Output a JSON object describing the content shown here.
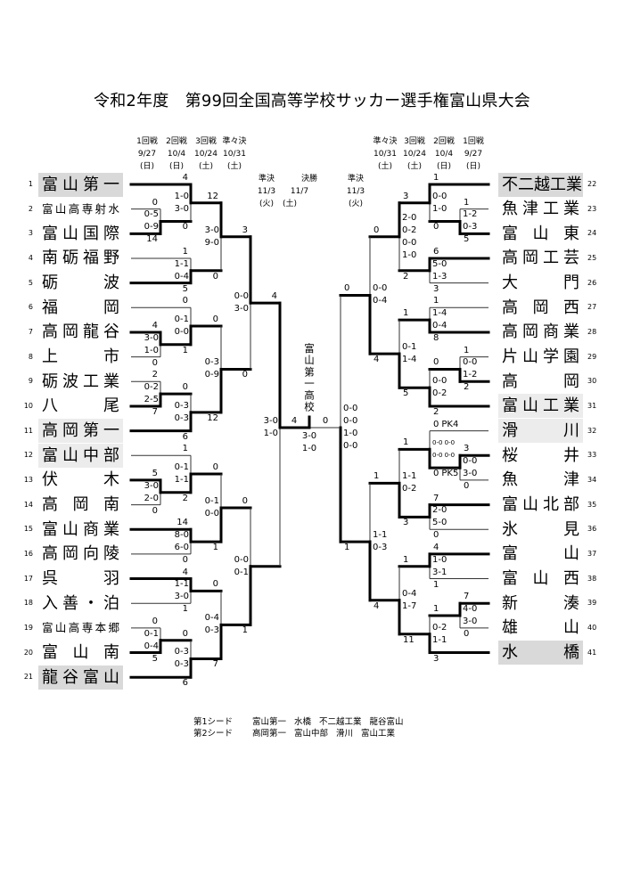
{
  "title": "令和2年度　第99回全国高等学校サッカー選手権富山県大会",
  "rounds_left": [
    {
      "name": "1回戦",
      "date": "9/27",
      "day": "(日)"
    },
    {
      "name": "2回戦",
      "date": "10/4",
      "day": "(日)"
    },
    {
      "name": "3回戦",
      "date": "10/24",
      "day": "(土)"
    },
    {
      "name": "準々決",
      "date": "10/31",
      "day": "(土)"
    }
  ],
  "rounds_right": [
    {
      "name": "準々決",
      "date": "10/31",
      "day": "(土)"
    },
    {
      "name": "3回戦",
      "date": "10/24",
      "day": "(土)"
    },
    {
      "name": "2回戦",
      "date": "10/4",
      "day": "(日)"
    },
    {
      "name": "1回戦",
      "date": "9/27",
      "day": "(日)"
    }
  ],
  "semifinal_left": {
    "name": "準決",
    "date": "11/3",
    "day": "(火)"
  },
  "final_header": {
    "name": "決勝",
    "date": "11/7",
    "day": "(土)"
  },
  "semifinal_right": {
    "name": "準決",
    "date": "11/3",
    "day": "(火)"
  },
  "champion": "富山第一高校",
  "colors": {
    "seed1": "#d9d9d9",
    "seed2": "#ececec",
    "line": "#000000"
  },
  "teams": [
    {
      "no": 1,
      "name": "富山第一",
      "seed": 1
    },
    {
      "no": 2,
      "name": "富山高専射水",
      "seed": 0
    },
    {
      "no": 3,
      "name": "富山国際",
      "seed": 0
    },
    {
      "no": 4,
      "name": "南砺福野",
      "seed": 0
    },
    {
      "no": 5,
      "name": "砺波",
      "seed": 0
    },
    {
      "no": 6,
      "name": "福岡",
      "seed": 0
    },
    {
      "no": 7,
      "name": "高岡龍谷",
      "seed": 0
    },
    {
      "no": 8,
      "name": "上市",
      "seed": 0
    },
    {
      "no": 9,
      "name": "砺波工業",
      "seed": 0
    },
    {
      "no": 10,
      "name": "八尾",
      "seed": 0
    },
    {
      "no": 11,
      "name": "高岡第一",
      "seed": 2
    },
    {
      "no": 12,
      "name": "富山中部",
      "seed": 2
    },
    {
      "no": 13,
      "name": "伏木",
      "seed": 0
    },
    {
      "no": 14,
      "name": "高岡南",
      "seed": 0
    },
    {
      "no": 15,
      "name": "富山商業",
      "seed": 0
    },
    {
      "no": 16,
      "name": "高岡向陵",
      "seed": 0
    },
    {
      "no": 17,
      "name": "呉羽",
      "seed": 0
    },
    {
      "no": 18,
      "name": "入善・泊",
      "seed": 0
    },
    {
      "no": 19,
      "name": "富山高専本郷",
      "seed": 0
    },
    {
      "no": 20,
      "name": "富山南",
      "seed": 0
    },
    {
      "no": 21,
      "name": "龍谷富山",
      "seed": 1
    },
    {
      "no": 22,
      "name": "不二越工業",
      "seed": 1
    },
    {
      "no": 23,
      "name": "魚津工業",
      "seed": 0
    },
    {
      "no": 24,
      "name": "富山東",
      "seed": 0
    },
    {
      "no": 25,
      "name": "高岡工芸",
      "seed": 0
    },
    {
      "no": 26,
      "name": "大門",
      "seed": 0
    },
    {
      "no": 27,
      "name": "高岡西",
      "seed": 0
    },
    {
      "no": 28,
      "name": "高岡商業",
      "seed": 0
    },
    {
      "no": 29,
      "name": "片山学園",
      "seed": 0
    },
    {
      "no": 30,
      "name": "高岡",
      "seed": 0
    },
    {
      "no": 31,
      "name": "富山工業",
      "seed": 2
    },
    {
      "no": 32,
      "name": "滑川",
      "seed": 2
    },
    {
      "no": 33,
      "name": "桜井",
      "seed": 0
    },
    {
      "no": 34,
      "name": "魚津",
      "seed": 0
    },
    {
      "no": 35,
      "name": "富山北部",
      "seed": 0
    },
    {
      "no": 36,
      "name": "氷見",
      "seed": 0
    },
    {
      "no": 37,
      "name": "富山",
      "seed": 0
    },
    {
      "no": 38,
      "name": "富山西",
      "seed": 0
    },
    {
      "no": 39,
      "name": "新湊",
      "seed": 0
    },
    {
      "no": 40,
      "name": "雄山",
      "seed": 0
    },
    {
      "no": 41,
      "name": "水橋",
      "seed": 1
    }
  ],
  "bracket": {
    "left": {
      "round": 5,
      "scores": [
        "4",
        null
      ],
      "halves": [
        "3-0",
        "1-0"
      ],
      "winner": "top",
      "top": {
        "round": 4,
        "scores": [
          "3",
          "0"
        ],
        "halves": [
          "0-0",
          "3-0"
        ],
        "winner": "top",
        "top": {
          "round": 3,
          "scores": [
            "12",
            "0"
          ],
          "halves": [
            "3-0",
            "9-0"
          ],
          "winner": "top",
          "top": {
            "round": 2,
            "scores": [
              "4",
              "0"
            ],
            "halves": [
              "1-0",
              "3-0"
            ],
            "winner": "top",
            "top": {
              "team": 1
            },
            "bottom": {
              "round": 1,
              "scores": [
                "0",
                "14"
              ],
              "halves": [
                "0-5",
                "0-9"
              ],
              "winner": "bottom",
              "top": {
                "team": 2
              },
              "bottom": {
                "team": 3
              }
            }
          },
          "bottom": {
            "round": 2,
            "scores": [
              "1",
              "5"
            ],
            "halves": [
              "1-1",
              "0-4"
            ],
            "winner": "bottom",
            "top": {
              "team": 4
            },
            "bottom": {
              "team": 5
            }
          }
        },
        "bottom": {
          "round": 3,
          "scores": [
            "0",
            "12"
          ],
          "halves": [
            "0-3",
            "0-9"
          ],
          "winner": "bottom",
          "top": {
            "round": 2,
            "scores": [
              "0",
              "1"
            ],
            "halves": [
              "0-1",
              "0-0"
            ],
            "winner": "bottom",
            "top": {
              "team": 6
            },
            "bottom": {
              "round": 1,
              "scores": [
                "4",
                "0"
              ],
              "halves": [
                "3-0",
                "1-0"
              ],
              "winner": "top",
              "top": {
                "team": 7
              },
              "bottom": {
                "team": 8
              }
            }
          },
          "bottom": {
            "round": 2,
            "scores": [
              "0",
              "6"
            ],
            "halves": [
              "0-3",
              "0-3"
            ],
            "winner": "bottom",
            "top": {
              "round": 1,
              "scores": [
                "2",
                "7"
              ],
              "halves": [
                "0-2",
                "2-5"
              ],
              "winner": "bottom",
              "top": {
                "team": 9
              },
              "bottom": {
                "team": 10
              }
            },
            "bottom": {
              "team": 11
            }
          }
        }
      },
      "bottom": {
        "round": 4,
        "scores": [
          "0",
          "1"
        ],
        "halves": [
          "0-0",
          "0-1"
        ],
        "winner": "bottom",
        "top": {
          "round": 3,
          "scores": [
            "0",
            "1"
          ],
          "halves": [
            "0-1",
            "0-0"
          ],
          "winner": "bottom",
          "top": {
            "round": 2,
            "scores": [
              "1",
              "2"
            ],
            "halves": [
              "0-1",
              "1-1"
            ],
            "winner": "bottom",
            "top": {
              "team": 12
            },
            "bottom": {
              "round": 1,
              "scores": [
                "5",
                "0"
              ],
              "halves": [
                "3-0",
                "2-0"
              ],
              "winner": "top",
              "top": {
                "team": 13
              },
              "bottom": {
                "team": 14
              }
            }
          },
          "bottom": {
            "round": 2,
            "scores": [
              "14",
              "0"
            ],
            "halves": [
              "8-0",
              "6-0"
            ],
            "winner": "top",
            "top": {
              "team": 15
            },
            "bottom": {
              "team": 16
            }
          }
        },
        "bottom": {
          "round": 3,
          "scores": [
            "0",
            "7"
          ],
          "halves": [
            "0-4",
            "0-3"
          ],
          "winner": "bottom",
          "top": {
            "round": 2,
            "scores": [
              "4",
              "1"
            ],
            "halves": [
              "1-1",
              "3-0"
            ],
            "winner": "top",
            "top": {
              "team": 17
            },
            "bottom": {
              "team": 18
            }
          },
          "bottom": {
            "round": 2,
            "scores": [
              "0",
              "6"
            ],
            "halves": [
              "0-3",
              "0-3"
            ],
            "winner": "bottom",
            "top": {
              "round": 1,
              "scores": [
                "0",
                "5"
              ],
              "halves": [
                "0-1",
                "0-4"
              ],
              "winner": "bottom",
              "top": {
                "team": 19
              },
              "bottom": {
                "team": 20
              }
            },
            "bottom": {
              "team": 21
            }
          }
        }
      }
    },
    "right": {
      "round": 5,
      "scores": [
        "0",
        "1"
      ],
      "halves": [
        "0-0",
        "0-0",
        "1-0",
        "0-0"
      ],
      "winner": "bottom",
      "top": {
        "round": 4,
        "scores": [
          "0",
          "4"
        ],
        "halves": [
          "0-0",
          "0-4"
        ],
        "winner": "bottom",
        "top": {
          "round": 3,
          "scores": [
            "3",
            "2"
          ],
          "halves": [
            "2-0",
            "0-2",
            "0-0",
            "1-0"
          ],
          "winner": "top",
          "top": {
            "round": 2,
            "scores": [
              "1",
              "0"
            ],
            "halves": [
              "0-0",
              "1-0"
            ],
            "winner": "top",
            "top": {
              "team": 22
            },
            "bottom": {
              "round": 1,
              "scores": [
                "1",
                "5"
              ],
              "halves": [
                "1-2",
                "0-3"
              ],
              "winner": "bottom",
              "top": {
                "team": 23
              },
              "bottom": {
                "team": 24
              }
            }
          },
          "bottom": {
            "round": 2,
            "scores": [
              "6",
              "3"
            ],
            "halves": [
              "5-0",
              "1-3"
            ],
            "winner": "top",
            "top": {
              "team": 25
            },
            "bottom": {
              "team": 26
            }
          }
        },
        "bottom": {
          "round": 3,
          "scores": [
            "1",
            "5"
          ],
          "halves": [
            "0-1",
            "1-4"
          ],
          "winner": "bottom",
          "top": {
            "round": 2,
            "scores": [
              "1",
              "8"
            ],
            "halves": [
              "1-4",
              "0-4"
            ],
            "winner": "bottom",
            "top": {
              "team": 27
            },
            "bottom": {
              "team": 28
            }
          },
          "bottom": {
            "round": 2,
            "scores": [
              "0",
              "2"
            ],
            "halves": [
              "0-0",
              "0-2"
            ],
            "winner": "bottom",
            "top": {
              "round": 1,
              "scores": [
                "1",
                "2"
              ],
              "halves": [
                "0-0",
                "1-2"
              ],
              "winner": "bottom",
              "top": {
                "team": 29
              },
              "bottom": {
                "team": 30
              }
            },
            "bottom": {
              "team": 31
            }
          }
        }
      },
      "bottom": {
        "round": 4,
        "scores": [
          "1",
          "4"
        ],
        "halves": [
          "1-1",
          "0-3"
        ],
        "winner": "bottom",
        "top": {
          "round": 3,
          "scores": [
            "1",
            "3"
          ],
          "halves": [
            "1-1",
            "0-2"
          ],
          "winner": "bottom",
          "top": {
            "round": 2,
            "scores": [
              "0",
              "0"
            ],
            "pk": [
              "PK4",
              "PK5"
            ],
            "halves": [
              "0-0 0-0",
              "0-0 0-0"
            ],
            "winner": "bottom",
            "top": {
              "team": 32
            },
            "bottom": {
              "round": 1,
              "scores": [
                "3",
                "0"
              ],
              "halves": [
                "0-0",
                "3-0"
              ],
              "winner": "top",
              "top": {
                "team": 33
              },
              "bottom": {
                "team": 34
              }
            }
          },
          "bottom": {
            "round": 2,
            "scores": [
              "7",
              "0"
            ],
            "halves": [
              "2-0",
              "5-0"
            ],
            "winner": "top",
            "top": {
              "team": 35
            },
            "bottom": {
              "team": 36
            }
          }
        },
        "bottom": {
          "round": 3,
          "scores": [
            "1",
            "11"
          ],
          "halves": [
            "0-4",
            "1-7"
          ],
          "winner": "bottom",
          "top": {
            "round": 2,
            "scores": [
              "4",
              "1"
            ],
            "halves": [
              "1-0",
              "3-1"
            ],
            "winner": "top",
            "top": {
              "team": 37
            },
            "bottom": {
              "team": 38
            }
          },
          "bottom": {
            "round": 2,
            "scores": [
              "1",
              "3"
            ],
            "halves": [
              "0-2",
              "1-1"
            ],
            "winner": "bottom",
            "top": {
              "round": 1,
              "scores": [
                "7",
                "0"
              ],
              "halves": [
                "4-0",
                "3-0"
              ],
              "winner": "top",
              "top": {
                "team": 39
              },
              "bottom": {
                "team": 40
              }
            },
            "bottom": {
              "team": 41
            }
          }
        }
      }
    },
    "final": {
      "scores": [
        "4",
        "0"
      ],
      "halves": [
        "3-0",
        "1-0"
      ],
      "winner": "left"
    }
  },
  "seeds": {
    "first": {
      "label": "第1シード",
      "teams": [
        "富山第一",
        "水橋",
        "不二越工業",
        "龍谷富山"
      ]
    },
    "second": {
      "label": "第2シード",
      "teams": [
        "高岡第一",
        "富山中部",
        "滑川",
        "富山工業"
      ]
    }
  }
}
